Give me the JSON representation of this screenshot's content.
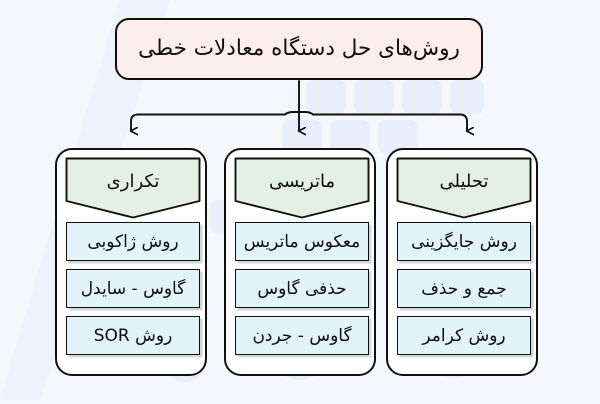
{
  "diagram": {
    "title": "روش‌های حل دستگاه معادلات خطی",
    "colors": {
      "background": "#f4f8fd",
      "title_fill": "#fbeeec",
      "card_fill": "#ffffff",
      "banner_fill": "#e3f0e3",
      "item_fill": "#e1f4fa",
      "stroke": "#14100f"
    },
    "branches": [
      {
        "header": "تکراری",
        "items": [
          "روش ژاکوبی",
          "گاوس - سایدل",
          "روش SOR"
        ]
      },
      {
        "header": "ماتریسی",
        "items": [
          "معکوس ماتریس",
          "حذفی گاوس",
          "گاوس - جردن"
        ]
      },
      {
        "header": "تحلیلی",
        "items": [
          "روش جایگزینی",
          "جمع و حذف",
          "روش کرامر"
        ]
      }
    ]
  }
}
